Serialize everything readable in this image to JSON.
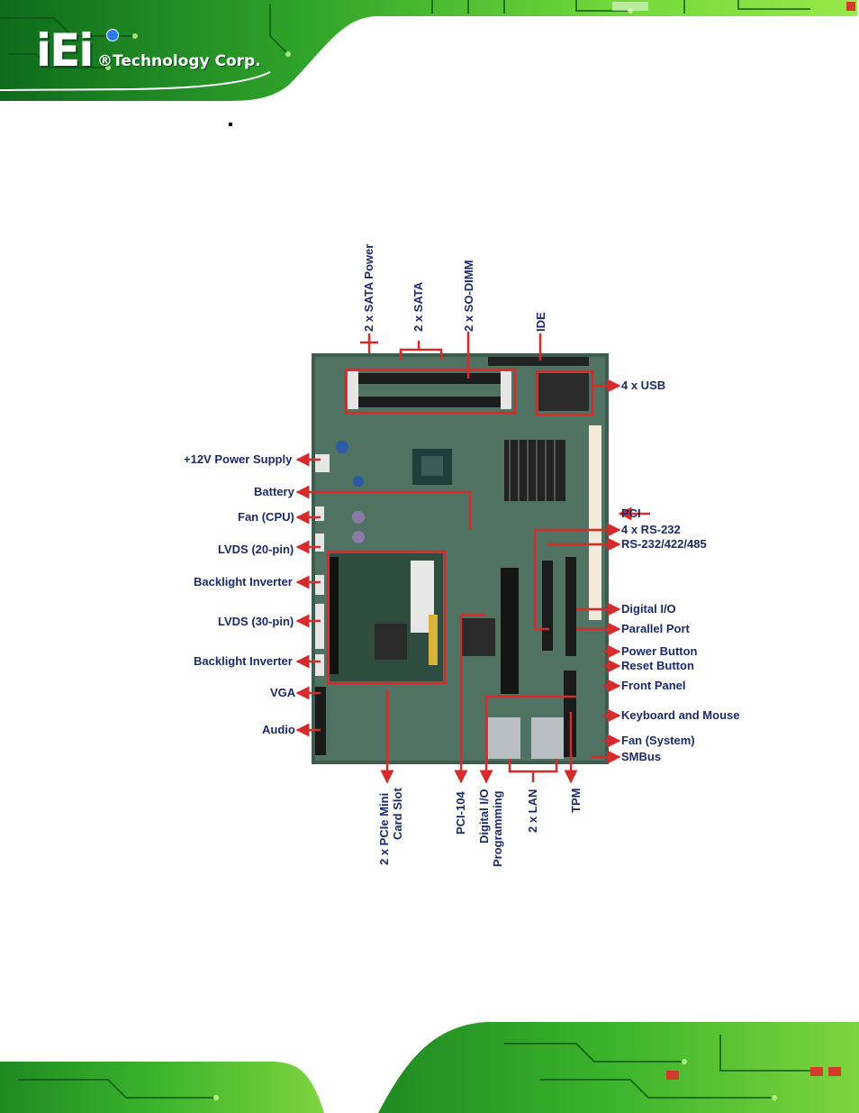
{
  "header": {
    "logo_mark": "iEi",
    "company": "®Technology Corp."
  },
  "figure": {
    "labels_left": {
      "power_supply": "+12V Power Supply",
      "battery": "Battery",
      "fan_cpu": "Fan (CPU)",
      "lvds20": "LVDS (20-pin)",
      "backlight1": "Backlight Inverter",
      "lvds30": "LVDS (30-pin)",
      "backlight2": "Backlight Inverter",
      "vga": "VGA",
      "audio": "Audio"
    },
    "labels_right": {
      "usb": "4 x USB",
      "pci": "PCI",
      "rs232": "4 x RS-232",
      "rs485": "RS-232/422/485",
      "dio": "Digital I/O",
      "parallel": "Parallel Port",
      "power_button": "Power Button",
      "reset_button": "Reset Button",
      "front_panel": "Front Panel",
      "kbms": "Keyboard and Mouse",
      "fan_system": "Fan (System)",
      "smbus": "SMBus"
    },
    "labels_top": {
      "sata_power": "2 x SATA Power",
      "sata": "2 x SATA",
      "sodimm": "2 x SO-DIMM",
      "ide": "IDE"
    },
    "labels_bottom": {
      "pcie_line1": "2 x PCIe Mini",
      "pcie_line2": "Card Slot",
      "pci104": "PCI-104",
      "dio_prog_line1": "Digital I/O",
      "dio_prog_line2": "Programming",
      "lan": "2 x LAN",
      "tpm": "TPM"
    }
  }
}
